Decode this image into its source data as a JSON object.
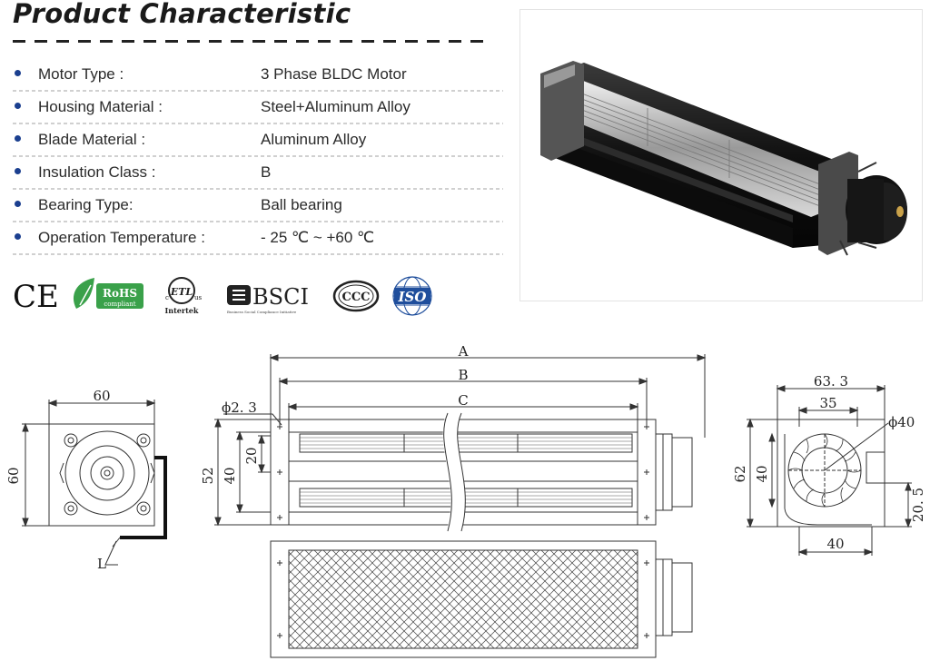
{
  "title": "Product Characteristic",
  "specs": [
    {
      "label": "Motor Type :",
      "value": "3 Phase BLDC Motor"
    },
    {
      "label": "Housing Material :",
      "value": "Steel+Aluminum Alloy"
    },
    {
      "label": "Blade Material :",
      "value": " Aluminum Alloy"
    },
    {
      "label": "Insulation Class :",
      "value": "B"
    },
    {
      "label": "Bearing Type:",
      "value": "Ball bearing"
    },
    {
      "label": "Operation Temperature :",
      "value": "- 25 ℃ ~ +60 ℃"
    }
  ],
  "certifications": {
    "ce": "CE",
    "rohs": "RoHS",
    "rohs_sub": "compliant",
    "etl": "ETL",
    "etl_c": "c",
    "etl_us": "us",
    "intertek": "Intertek",
    "bsci": "BSCI",
    "bsci_sub": "Business Social Compliance Initiative",
    "ccc": "CCC",
    "iso": "ISO"
  },
  "drawing": {
    "front_width": "60",
    "front_height": "60",
    "front_lead": "L",
    "dim_a": "A",
    "dim_b": "B",
    "dim_c": "C",
    "hole": "ϕ2. 3",
    "side_52": "52",
    "side_40": "40",
    "side_20": "20",
    "end_width": "63. 3",
    "end_35": "35",
    "end_dia": "ϕ40",
    "end_62": "62",
    "end_40v": "40",
    "end_20_5": "20. 5",
    "end_40h": "40"
  },
  "colors": {
    "bullet": "#1b3f8f",
    "rohs_green": "#3aa14a",
    "iso_blue": "#1f4e9c"
  }
}
